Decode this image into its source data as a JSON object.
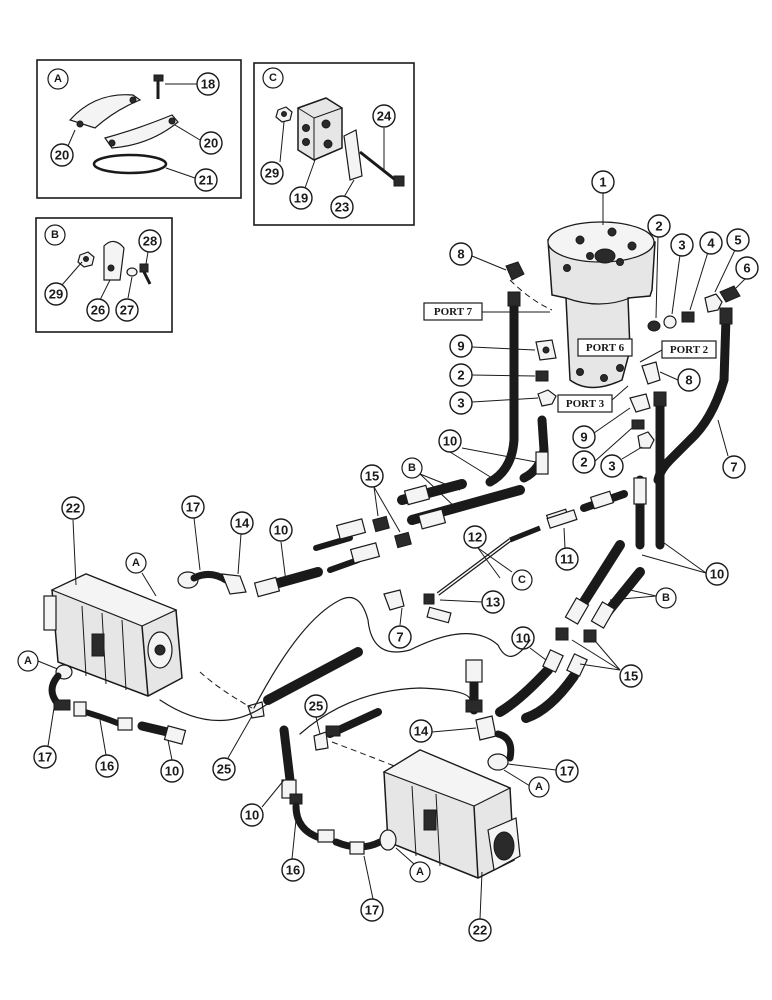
{
  "insets": [
    {
      "id": "A",
      "letter": "A"
    },
    {
      "id": "B",
      "letter": "B"
    },
    {
      "id": "C",
      "letter": "C"
    }
  ],
  "ports": {
    "port7": "PORT 7",
    "port6": "PORT 6",
    "port2": "PORT 2",
    "port3": "PORT 3"
  },
  "callouts": {
    "c18": "18",
    "c20a": "20",
    "c20b": "20",
    "c21": "21",
    "c29a": "29",
    "c26": "26",
    "c27": "27",
    "c28": "28",
    "c29b": "29",
    "c19": "19",
    "c23": "23",
    "c24": "24",
    "c1": "1",
    "c2a": "2",
    "c3a": "3",
    "c4": "4",
    "c5": "5",
    "c6": "6",
    "c8a": "8",
    "c9a": "9",
    "c2b": "2",
    "c3b": "3",
    "c8b": "8",
    "c9b": "9",
    "c2c": "2",
    "c3c": "3",
    "c7a": "7",
    "c10a": "10",
    "c10b": "10",
    "c10c": "10",
    "c10d": "10",
    "c10e": "10",
    "c10f": "10",
    "c15a": "15",
    "c15b": "15",
    "c22a": "22",
    "c22b": "22",
    "c17a": "17",
    "c17b": "17",
    "c17c": "17",
    "c17d": "17",
    "c14a": "14",
    "c14b": "14",
    "c12": "12",
    "c11": "11",
    "c13": "13",
    "c7b": "7",
    "c16a": "16",
    "c16b": "16",
    "c25a": "25",
    "c25b": "25"
  },
  "refs": {
    "a1": "A",
    "a2": "A",
    "a3": "A",
    "a4": "A",
    "b1": "B",
    "b2": "B",
    "c1": "C"
  }
}
